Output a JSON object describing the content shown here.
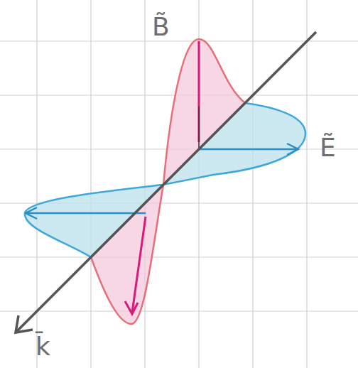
{
  "diagram": {
    "labels": [
      "B̃",
      "Ẽ",
      "k̄"
    ]
  }
}
